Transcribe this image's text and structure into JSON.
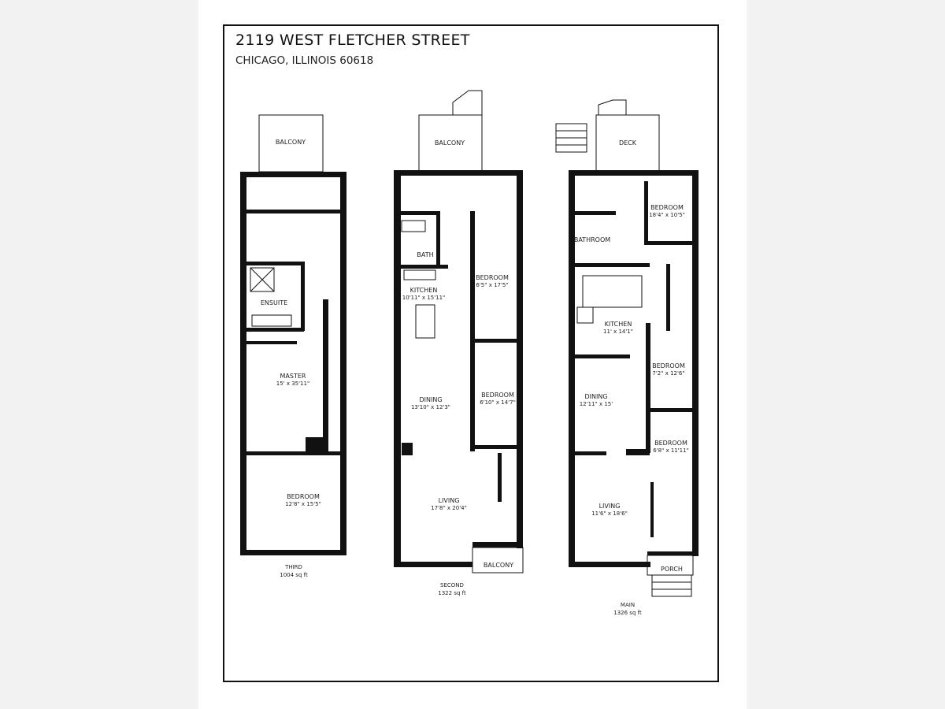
{
  "header": {
    "address": "2119 WEST FLETCHER STREET",
    "city": "CHICAGO, ILLINOIS 60618"
  },
  "floors": {
    "third": {
      "name": "THIRD",
      "area": "1004 sq ft",
      "rooms": {
        "balcony": "BALCONY",
        "ensuite": "ENSUITE",
        "master": {
          "name": "MASTER",
          "dims": "15' x 35'11\""
        },
        "bedroom": {
          "name": "BEDROOM",
          "dims": "12'8\" x 15'5\""
        }
      }
    },
    "second": {
      "name": "SECOND",
      "area": "1322 sq ft",
      "rooms": {
        "balcony_rear": "BALCONY",
        "bath": "BATH",
        "kitchen": {
          "name": "KITCHEN",
          "dims": "10'11\" x 15'11\""
        },
        "bedroom1": {
          "name": "BEDROOM",
          "dims": "6'5\" x 17'5\""
        },
        "dining": {
          "name": "DINING",
          "dims": "13'10\" x 12'3\""
        },
        "bedroom2": {
          "name": "BEDROOM",
          "dims": "6'10\" x 14'7\""
        },
        "living": {
          "name": "LIVING",
          "dims": "17'8\" x 20'4\""
        },
        "balcony_front": "BALCONY"
      }
    },
    "main": {
      "name": "MAIN",
      "area": "1326 sq ft",
      "rooms": {
        "deck": "DECK",
        "bedroom1": {
          "name": "BEDROOM",
          "dims": "18'4\" x 10'5\""
        },
        "bathroom": "BATHROOM",
        "kitchen": {
          "name": "KITCHEN",
          "dims": "11' x 14'1\""
        },
        "bedroom2": {
          "name": "BEDROOM",
          "dims": "7'2\" x 12'6\""
        },
        "dining": {
          "name": "DINING",
          "dims": "12'11\" x 15'"
        },
        "bedroom3": {
          "name": "BEDROOM",
          "dims": "6'8\" x 11'11\""
        },
        "living": {
          "name": "LIVING",
          "dims": "11'6\" x 18'6\""
        },
        "porch": "PORCH"
      }
    }
  }
}
